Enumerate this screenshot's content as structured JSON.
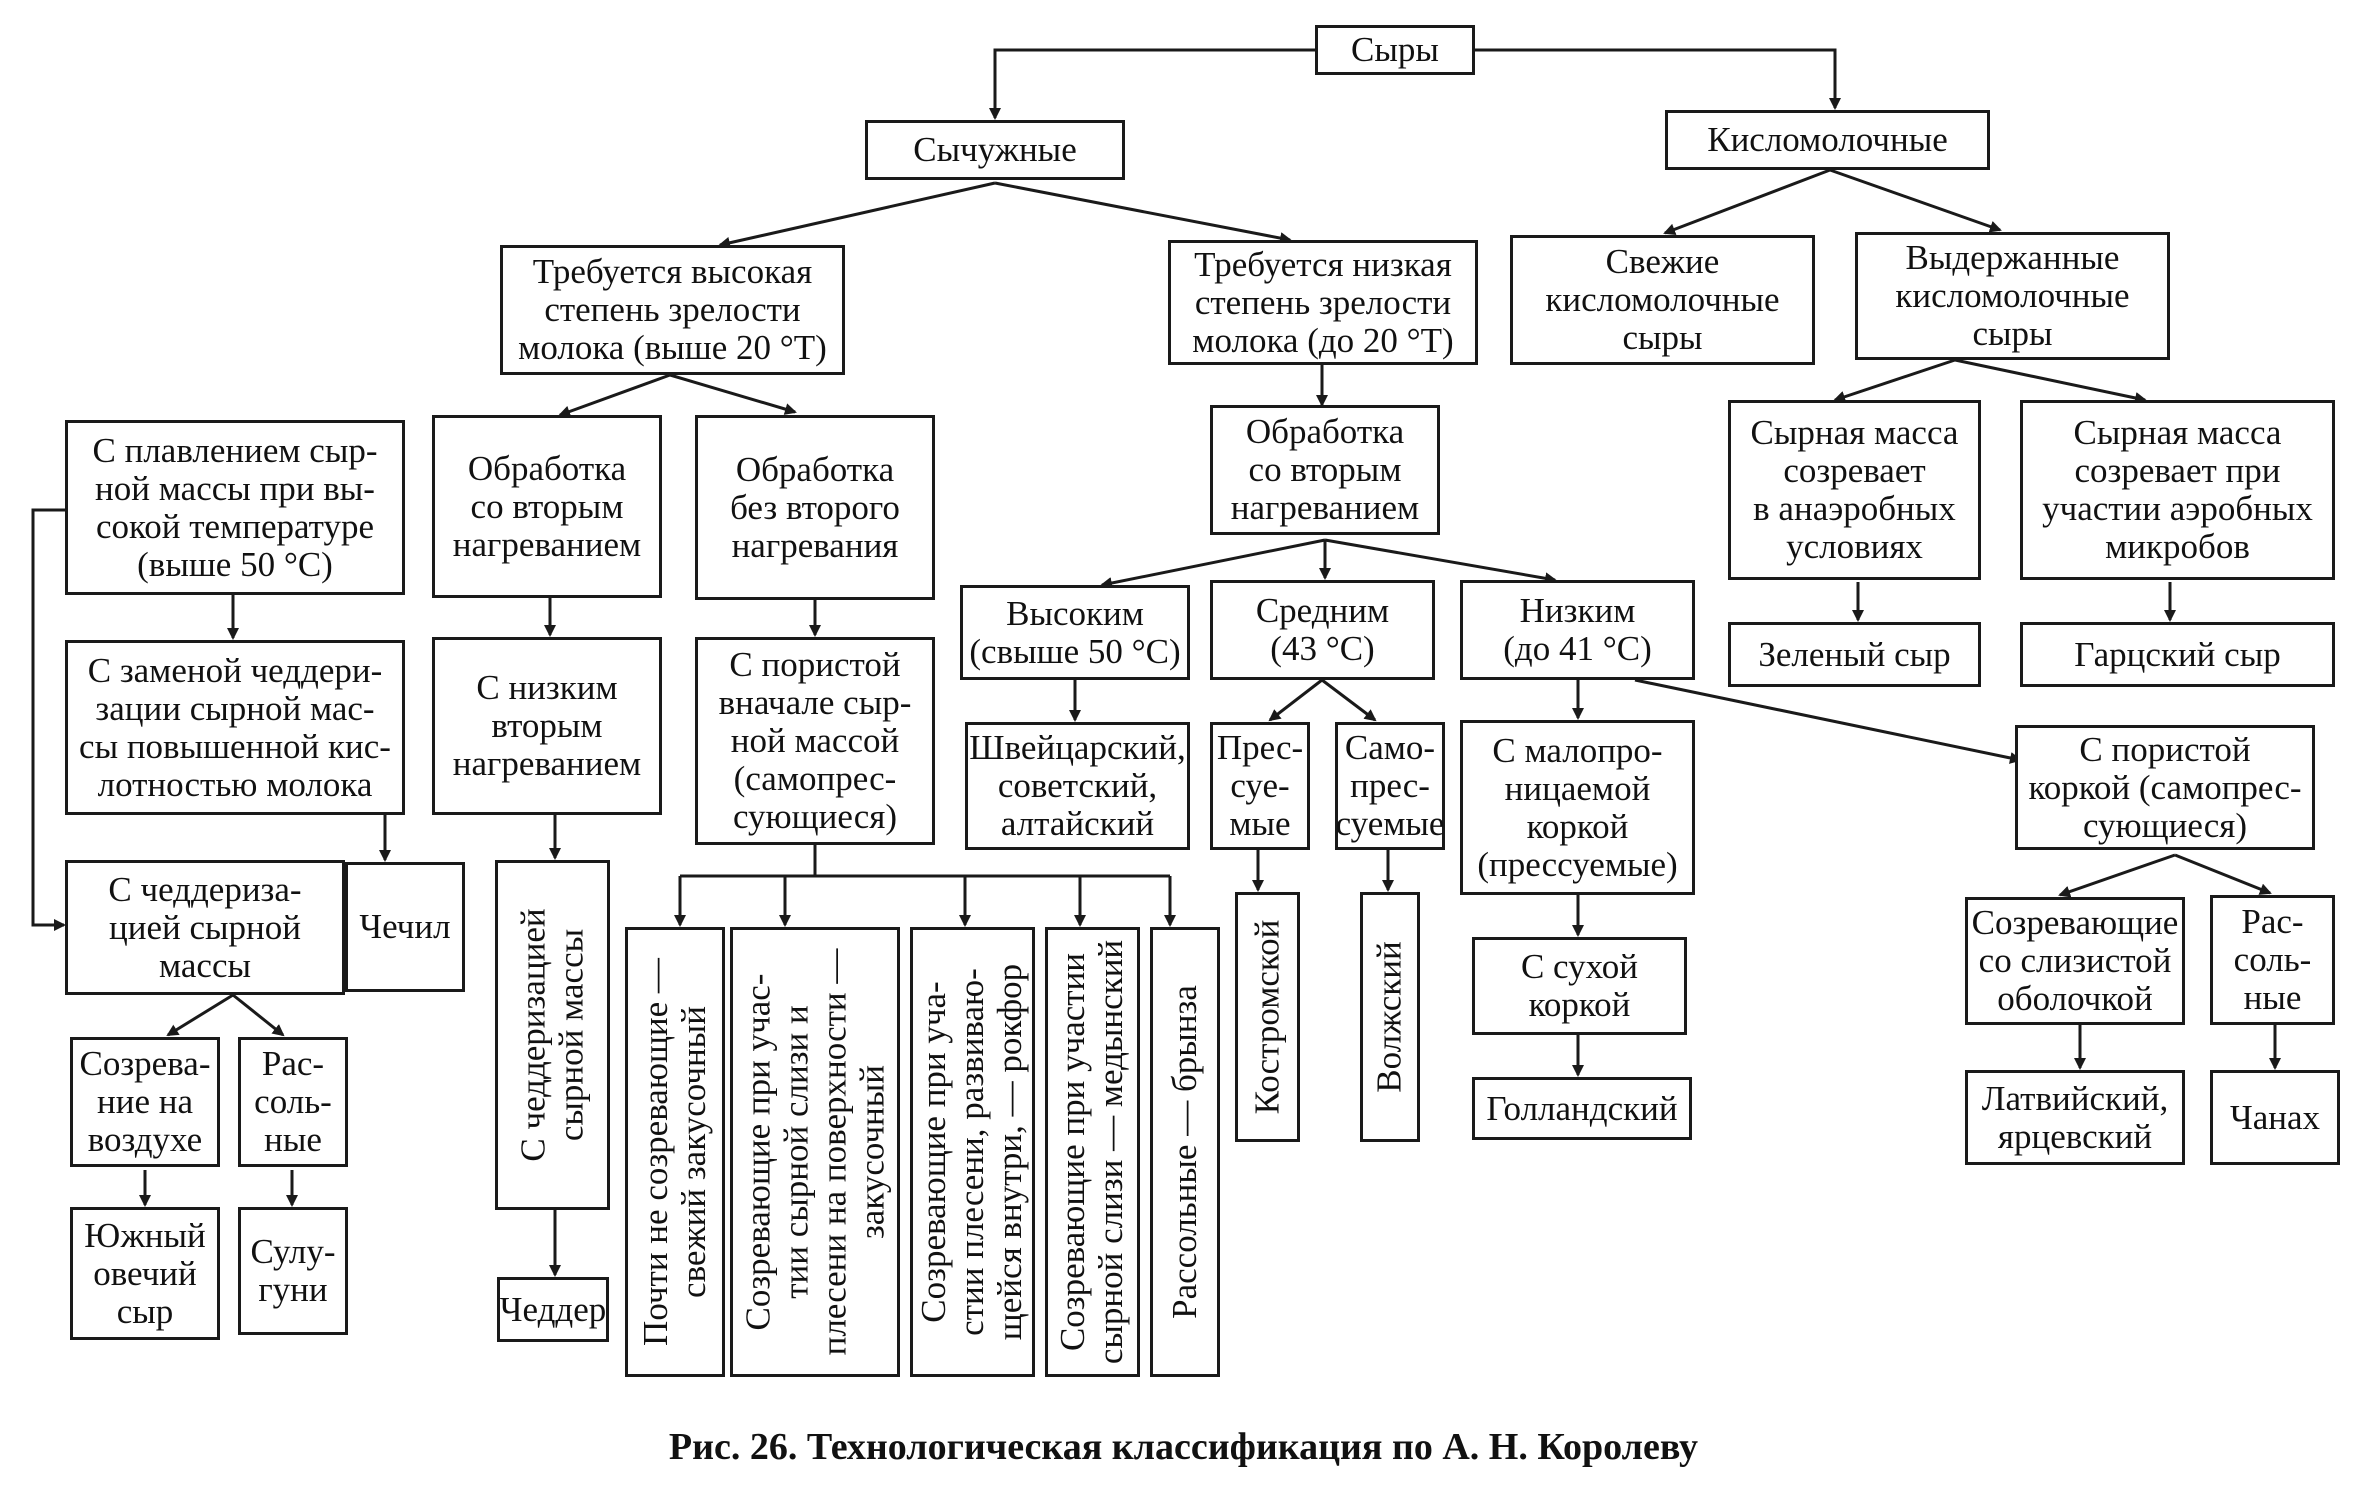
{
  "caption": "Рис. 26. Технологическая классификация по А. Н. Королеву",
  "nodes": {
    "root": "Сыры",
    "rennet": "Сычужные",
    "sour_milk": "Кисломолочные",
    "high_maturity": "Требуется высокая\nстепень зрелости\nмолока (выше 20 °Т)",
    "low_maturity": "Требуется низкая\nстепень зрелости\nмолока (до 20 °Т)",
    "fresh_sour": "Свежие\nкисломолочные\nсыры",
    "aged_sour": "Выдержанные\nкисломолочные\nсыры",
    "melting": "С плавлением сыр-\nной массы при вы-\nсокой температуре\n(выше 50 °С)",
    "second_heating_a": "Обработка\nсо вторым\nнагреванием",
    "no_second_heating": "Обработка\nбез второго\nнагревания",
    "second_heating_b": "Обработка\nсо вторым\nнагреванием",
    "anaerobic": "Сырная масса\nсозревает\nв анаэробных\nусловиях",
    "aerobic": "Сырная масса\nсозревает при\nучастии аэробных\nмикробов",
    "acid_replace": "С заменой чеддери-\nзации сырной мас-\nсы повышенной кис-\nлотностью молока",
    "low_second_heating": "С низким\nвторым\nнагреванием",
    "porous_self": "С пористой\nвначале сыр-\nной массой\n(самопрес-\nсующиеся)",
    "high_temp": "Высоким\n(свыше  50 °С)",
    "mid_temp": "Средним\n(43 °С)",
    "low_temp": "Низким\n(до 41 °С)",
    "green_cheese": "Зеленый сыр",
    "harz_cheese": "Гарцский сыр",
    "swiss": "Швейцарский,\nсоветский,\nалтайский",
    "pressed": "Прес-\nсуе-\nмые",
    "self_pressed": "Само-\nпрес-\nсуемые",
    "low_perm_rind": "С малопро-\nницаемой\nкоркой\n(прессуемые)",
    "porous_rind": "С пористой\nкоркой (самопрес-\nсующиеся)",
    "cheddarization": "С чеддериза-\nцией сырной\nмассы",
    "chechil": "Чечил",
    "cheddarized_mass": "С чеддеризацией\nсырной массы",
    "almost_not_ripening": "Почти не созревающие —\nсвежий закусочный",
    "ripening_mucus_mold": "Созревающие при учас-\nтии сырной слизи и\nплесени на поверхности —\nзакусочный",
    "ripening_mold_inside": "Созревающие при уча-\nстии плесени, развиваю-\nщейся внутри, — рокфор",
    "ripening_mucus": "Созревающие при участии\nсырной слизи — медынский",
    "brine_brynza": "Рассольные — брынза",
    "kostroma": "Костромской",
    "volga": "Волжский",
    "dry_rind": "С сухой\nкоркой",
    "mucous_coat": "Созревающие\nсо слизистой\nоболочкой",
    "brine_b": "Рас-\nсоль-\nные",
    "air_ripening": "Созрева-\nние на\nвоздухе",
    "brine_a": "Рас-\nсоль-\nные",
    "cheddar": "Чеддер",
    "hollandic": "Голландский",
    "latvian": "Латвийский,\nярцевский",
    "chanakh": "Чанах",
    "southern_sheep": "Южный\nовечий\nсыр",
    "suluguni": "Сулу-\nгуни"
  }
}
